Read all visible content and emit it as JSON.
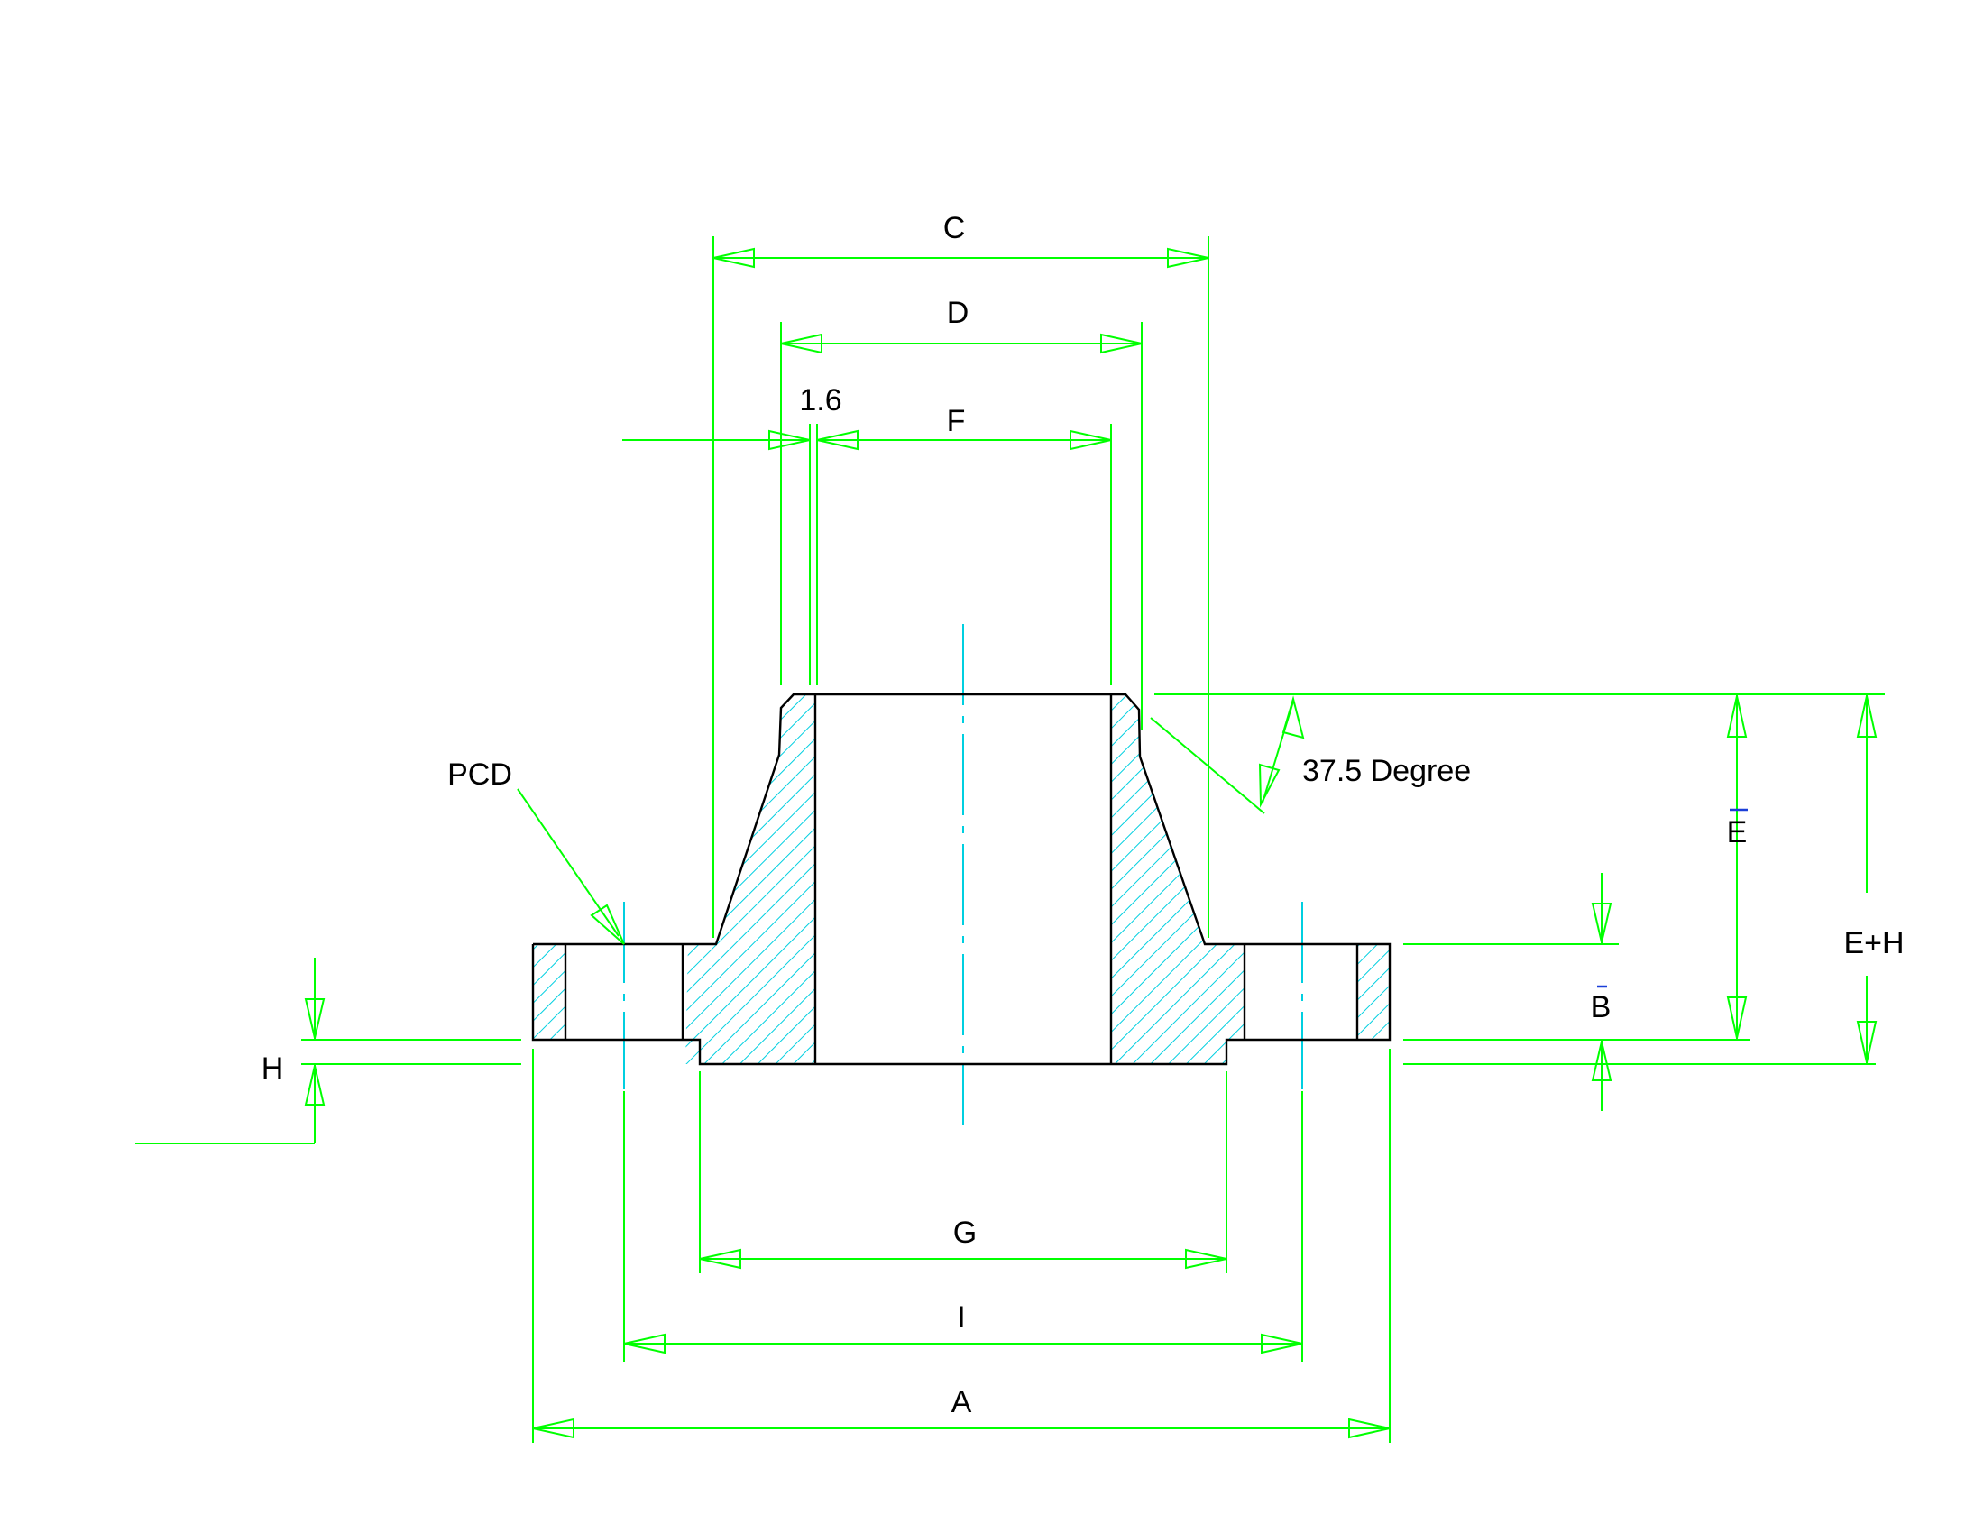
{
  "labels": {
    "c": "C",
    "d": "D",
    "f": "F",
    "t": "1.6",
    "pcd": "PCD",
    "angle": "37.5 Degree",
    "e": "E",
    "eh": "E+H",
    "b": "B",
    "h": "H",
    "g": "G",
    "i": "I",
    "a": "A"
  },
  "colors": {
    "dimension": "#00ff00",
    "hatch": "#00cfe0",
    "centerline": "#00cfe0",
    "outline": "#000000",
    "text": "#000000",
    "overbar": "#1a3fd8"
  }
}
